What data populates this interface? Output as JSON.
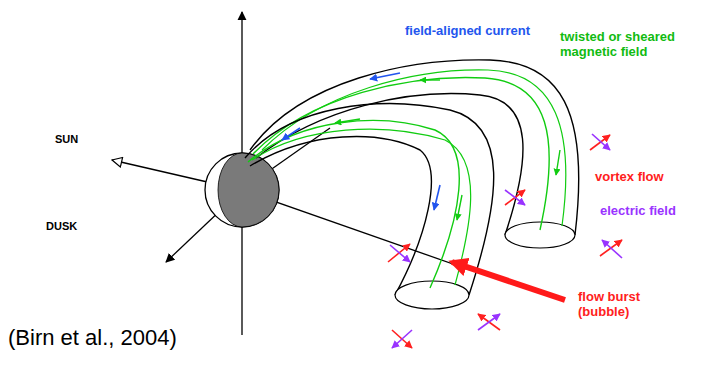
{
  "diagram": {
    "labels": [
      "SUN",
      "DUSK",
      "field-aligned current",
      "twisted or sheared magnetic field",
      "vortex flow",
      "electric field",
      "flow burst (bubble)",
      "(Birn et al., 2004)"
    ]
  }
}
